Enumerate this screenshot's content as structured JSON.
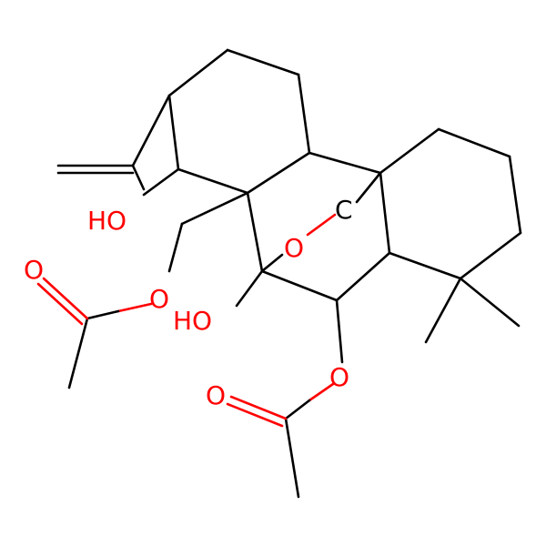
{
  "colors": {
    "carbon": "#000000",
    "oxygen": "#ff0000",
    "background": "#ffffff"
  },
  "atom_labels": {
    "oh_top": "HO",
    "oh_mid": "HO",
    "ring_o": "O",
    "ring_c": "C",
    "ester_o_left": "O",
    "carbonyl_o_left": "O",
    "ester_o_right": "O",
    "carbonyl_o_right": "O"
  }
}
